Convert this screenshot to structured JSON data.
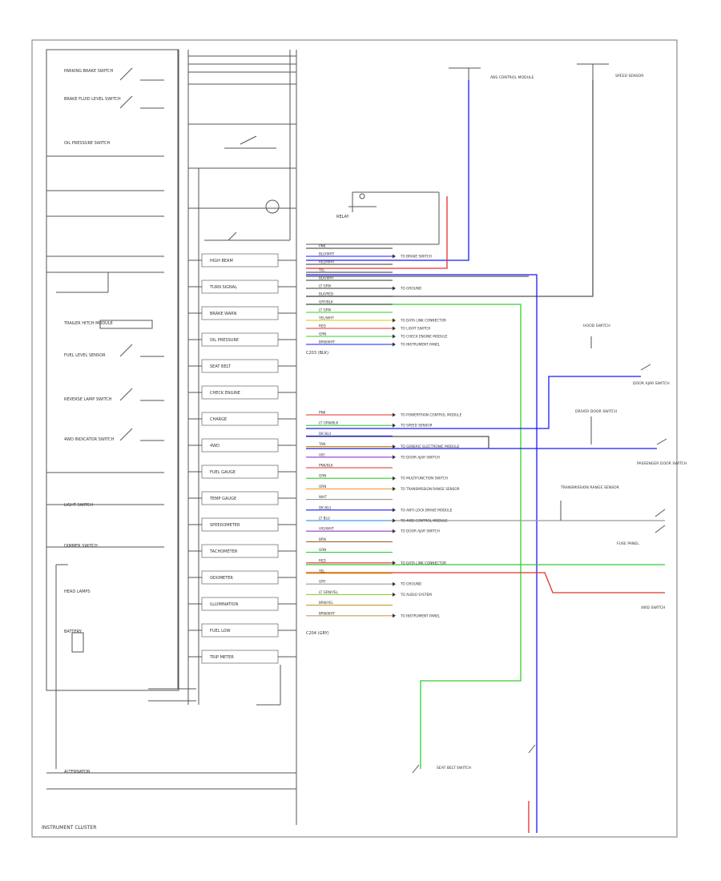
{
  "diagram": {
    "footer_label": "INSTRUMENT CLUSTER",
    "page_number": "",
    "left_labels": [
      {
        "text": "PARKING BRAKE SWITCH"
      },
      {
        "text": "BRAKE FLUID LEVEL SWITCH"
      },
      {
        "text": "OIL PRESSURE SWITCH"
      },
      {
        "text": "TRAILER HITCH MODULE"
      },
      {
        "text": "FUEL LEVEL SENSOR"
      },
      {
        "text": "REVERSE LAMP SWITCH"
      },
      {
        "text": "4WD INDICATOR SWITCH"
      },
      {
        "text": "LIGHT SWITCH"
      },
      {
        "text": "DIMMER SWITCH"
      },
      {
        "text": "HEAD LAMPS"
      },
      {
        "text": "BATTERY"
      },
      {
        "text": "ALTERNATOR"
      }
    ],
    "cluster_rows": [
      {
        "text": "HIGH BEAM"
      },
      {
        "text": "TURN SIGNAL"
      },
      {
        "text": "BRAKE WARN"
      },
      {
        "text": "OIL PRESSURE"
      },
      {
        "text": "SEAT BELT"
      },
      {
        "text": "CHECK ENGINE"
      },
      {
        "text": "CHARGE"
      },
      {
        "text": "4WD"
      },
      {
        "text": "FUEL GAUGE"
      },
      {
        "text": "TEMP GAUGE"
      },
      {
        "text": "SPEEDOMETER"
      },
      {
        "text": "TACHOMETER"
      },
      {
        "text": "ODOMETER"
      },
      {
        "text": "ILLUMINATION"
      },
      {
        "text": "FUEL LOW"
      },
      {
        "text": "TRIP METER"
      }
    ],
    "connector_label_top": "C203 (BLK)",
    "connector_label_bottom": "C204 (GRY)",
    "wire_rows_top": [
      {
        "code": "PNK",
        "color": "#333333",
        "dest": ""
      },
      {
        "code": "BLU/WHT",
        "color": "#1a1aff",
        "dest": "TO BRAKE SWITCH"
      },
      {
        "code": "RED/WHT",
        "color": "#333333",
        "dest": ""
      },
      {
        "code": "YEL",
        "color": "#333333",
        "dest": ""
      },
      {
        "code": "BLK/WHT",
        "color": "#333333",
        "dest": ""
      },
      {
        "code": "LT GRN",
        "color": "#333333",
        "dest": "TO GROUND"
      },
      {
        "code": "BLK/RED",
        "color": "#333333",
        "dest": ""
      },
      {
        "code": "GRY/BLK",
        "color": "#333333",
        "dest": ""
      },
      {
        "code": "LT GRN",
        "color": "#33cc33",
        "dest": ""
      },
      {
        "code": "YEL/WHT",
        "color": "#cccc00",
        "dest": "TO DATA LINK CONNECTOR"
      },
      {
        "code": "RED",
        "color": "#e62e2e",
        "dest": "TO LIGHT SWITCH"
      },
      {
        "code": "GRN",
        "color": "#33cc33",
        "dest": "TO CHECK ENGINE MODULE"
      },
      {
        "code": "BRN/WHT",
        "color": "#1a1aff",
        "dest": "TO INSTRUMENT PANEL"
      }
    ],
    "wire_rows_bottom": [
      {
        "code": "PNK",
        "color": "#e62e2e",
        "dest": "TO POWERTRAIN CONTROL MODULE"
      },
      {
        "code": "LT GRN/BLK",
        "color": "#33cc33",
        "dest": "TO SPEED SENSOR"
      },
      {
        "code": "DK BLU",
        "color": "#1a1aff",
        "dest": ""
      },
      {
        "code": "TAN",
        "color": "#cc8800",
        "dest": "TO GENERIC ELECTRONIC MODULE"
      },
      {
        "code": "VIO",
        "color": "#9933cc",
        "dest": "TO DOOR AJAR SWITCH"
      },
      {
        "code": "PNK/BLK",
        "color": "#e62e2e",
        "dest": ""
      },
      {
        "code": "GRN",
        "color": "#33cc33",
        "dest": "TO MULTIFUNCTION SWITCH"
      },
      {
        "code": "ORN",
        "color": "#ff9933",
        "dest": "TO TRANSMISSION RANGE SENSOR"
      },
      {
        "code": "WHT",
        "color": "#999999",
        "dest": ""
      },
      {
        "code": "DK BLU",
        "color": "#1a1aff",
        "dest": "TO ANTI-LOCK BRAKE MODULE"
      },
      {
        "code": "LT BLU",
        "color": "#3399ff",
        "dest": "TO 4WD CONTROL MODULE"
      },
      {
        "code": "VIO/WHT",
        "color": "#9933cc",
        "dest": "TO DOOR AJAR SWITCH"
      },
      {
        "code": "BRN",
        "color": "#996633",
        "dest": ""
      },
      {
        "code": "GRN",
        "color": "#33cc33",
        "dest": ""
      },
      {
        "code": "RED",
        "color": "#e62e2e",
        "dest": "TO DATA LINK CONNECTOR"
      },
      {
        "code": "YEL",
        "color": "#cccc00",
        "dest": ""
      },
      {
        "code": "GRY",
        "color": "#999999",
        "dest": "TO GROUND"
      },
      {
        "code": "LT GRN/YEL",
        "color": "#99cc33",
        "dest": "TO AUDIO SYSTEM"
      },
      {
        "code": "BRN/YEL",
        "color": "#cc9933",
        "dest": ""
      },
      {
        "code": "BRN/WHT",
        "color": "#cc9966",
        "dest": "TO INSTRUMENT PANEL"
      }
    ],
    "right_labels": [
      {
        "text": "ABS CONTROL MODULE"
      },
      {
        "text": "SPEED SENSOR"
      },
      {
        "text": "HOOD SWITCH"
      },
      {
        "text": "DOOR AJAR SWITCH"
      },
      {
        "text": "DRIVER DOOR SWITCH"
      },
      {
        "text": "PASSENGER DOOR SWITCH"
      },
      {
        "text": "TRANSMISSION RANGE SENSOR"
      },
      {
        "text": "FUSE PANEL"
      },
      {
        "text": "4WD SWITCH"
      },
      {
        "text": "SEAT BELT SWITCH"
      }
    ],
    "colors": {
      "blue": "#1a1aff",
      "red": "#e62e2e",
      "green": "#33cc33",
      "line": "#333333",
      "gray": "#888888"
    }
  }
}
